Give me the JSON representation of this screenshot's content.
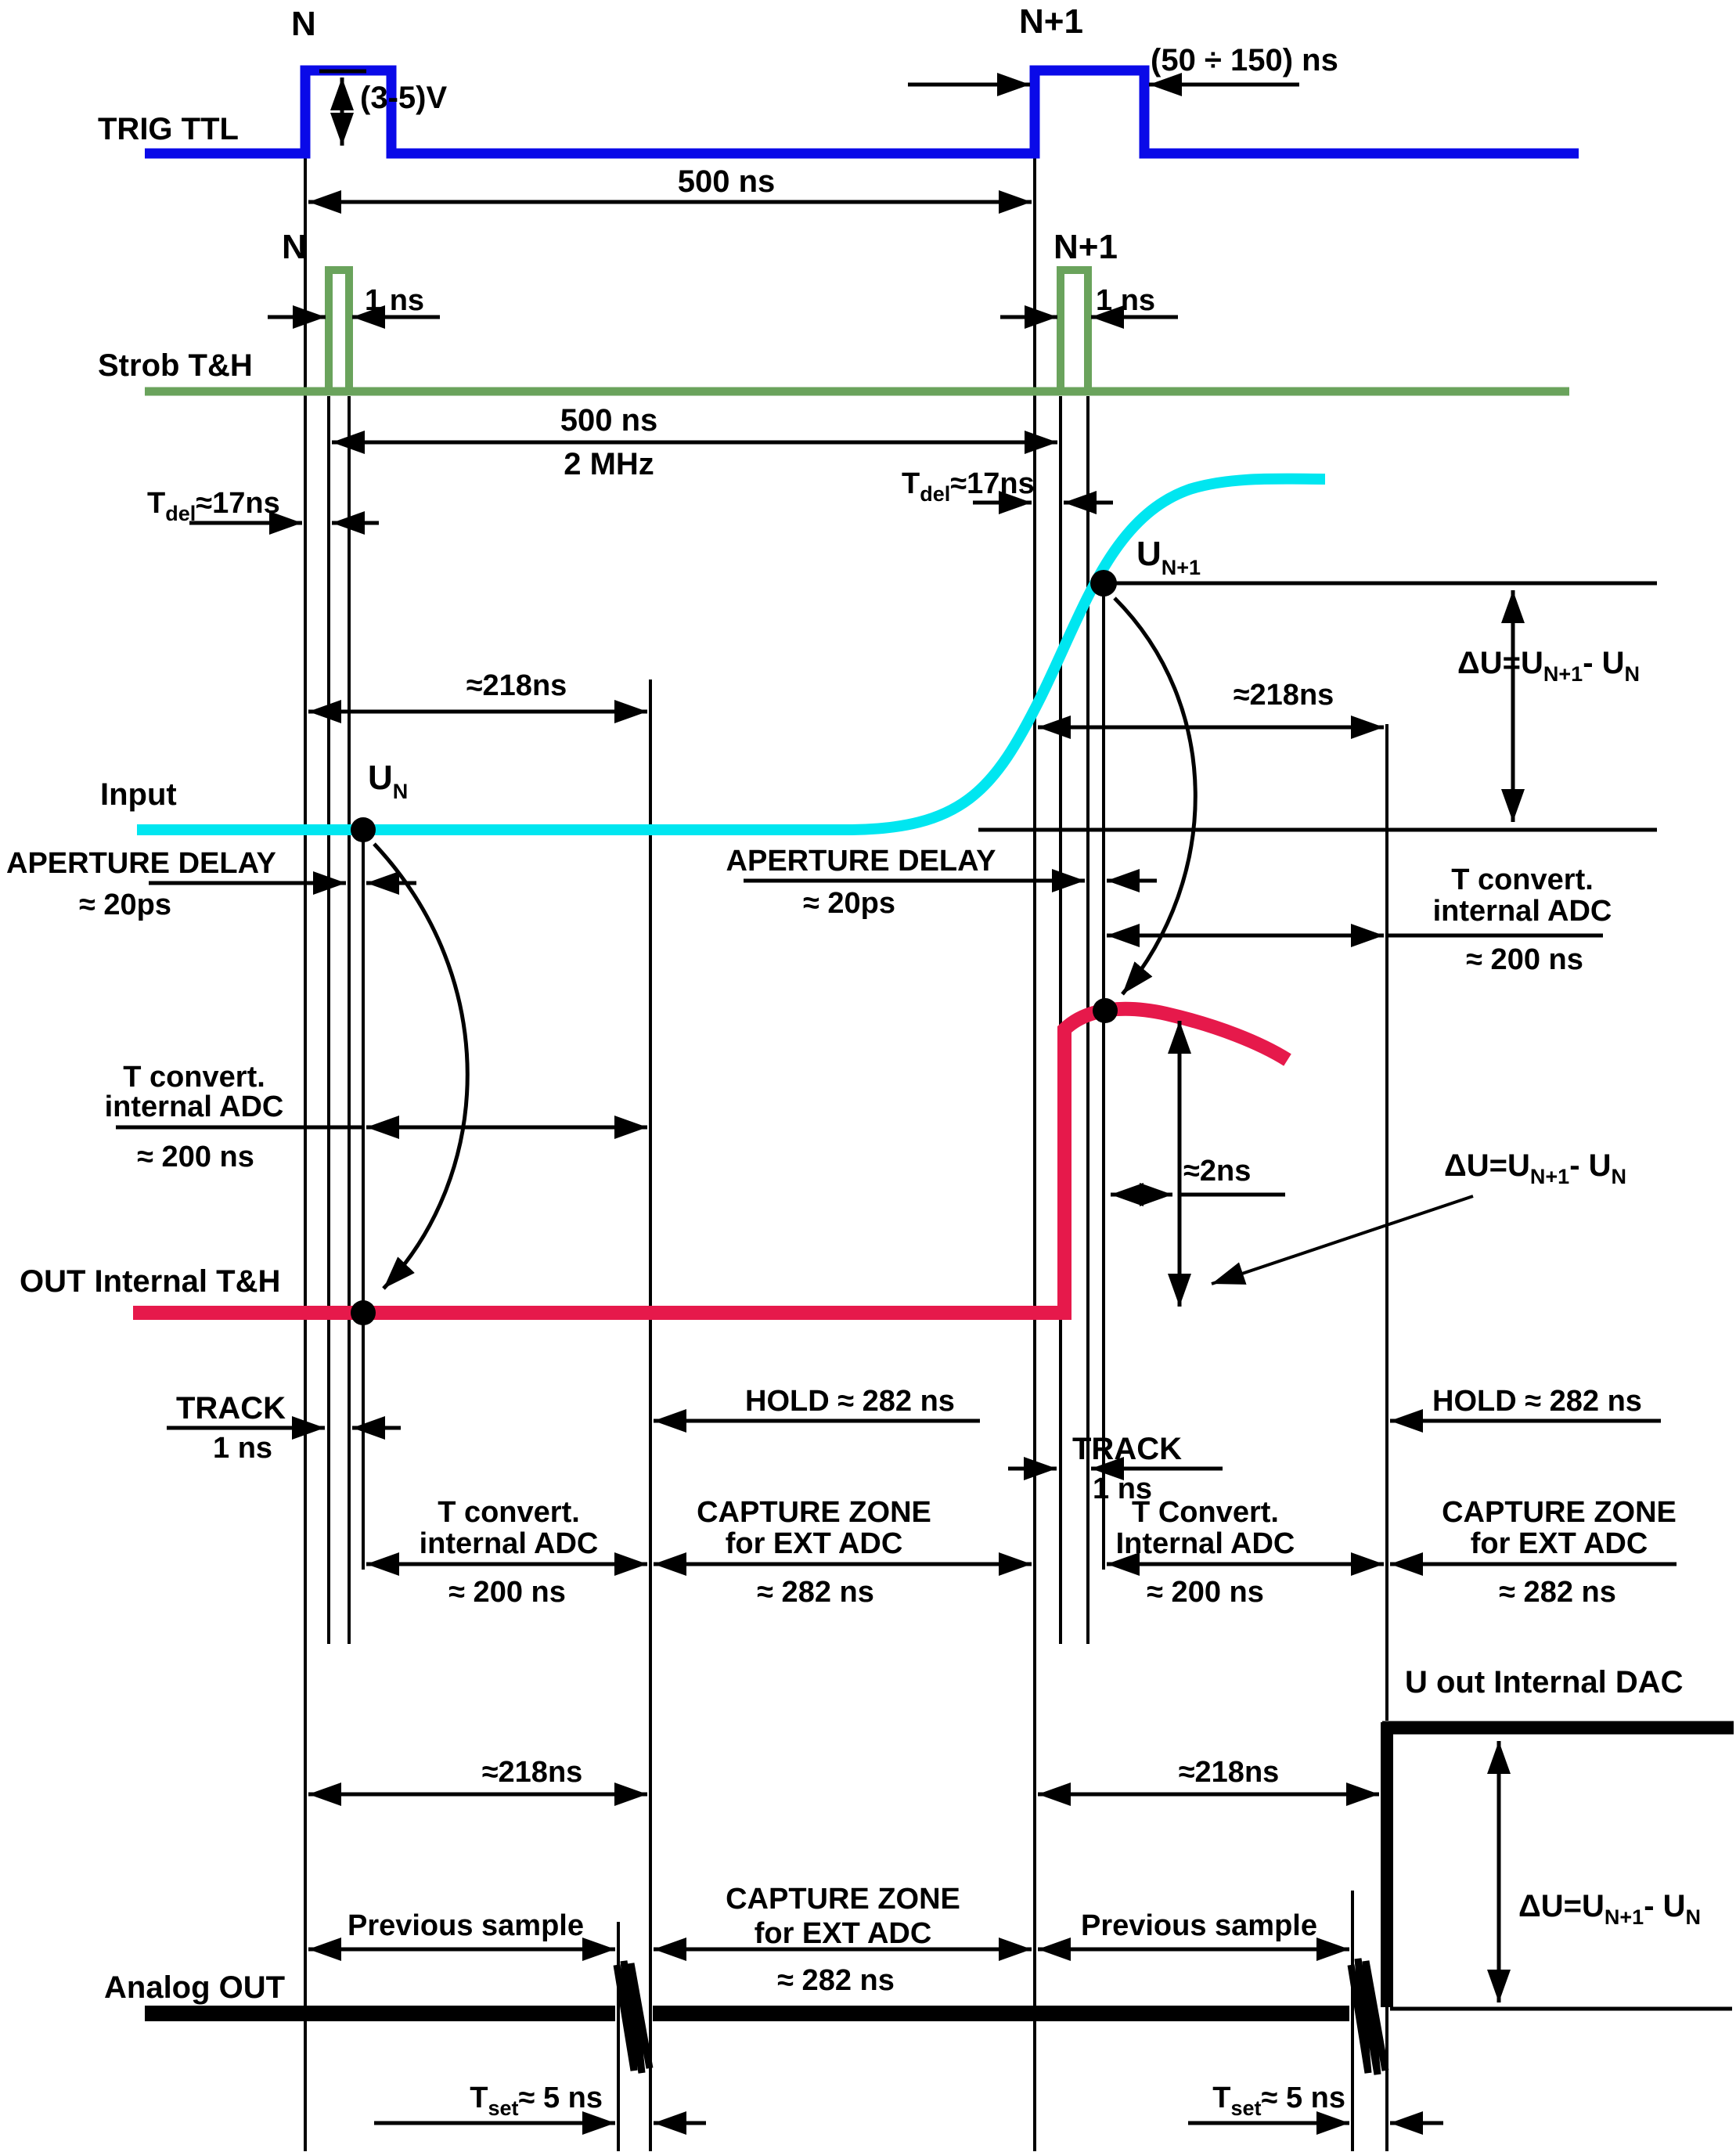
{
  "colors": {
    "trig": "#0a0ae8",
    "strob": "#6aa35c",
    "input": "#00e6f0",
    "th_out": "#e6194b",
    "black": "#000000"
  },
  "trig": {
    "label": "TRIG TTL",
    "n": "N",
    "n1": "N+1",
    "amplitude": "(3-5)V",
    "pulse_width": "(50 ÷ 150) ns",
    "period": "500 ns"
  },
  "strob": {
    "label": "Strob T&H",
    "n": "N",
    "n1": "N+1",
    "pulse_width": "1 ns",
    "period": "500 ns",
    "freq": "2 MHz"
  },
  "tdel": {
    "base": "T",
    "sub": "del",
    "value": "≈17ns"
  },
  "input": {
    "label": "Input"
  },
  "un": {
    "base": "U",
    "sub": "N"
  },
  "un1": {
    "base": "U",
    "sub": "N+1"
  },
  "du": {
    "pre": "ΔU=U",
    "sub1": "N+1",
    "mid": "- U",
    "sub2": "N"
  },
  "t218": "≈218ns",
  "aperture": {
    "title": "APERTURE DELAY",
    "value": "≈ 20ps"
  },
  "tconv": {
    "line1": "T convert.",
    "line2": "internal ADC",
    "value": "≈ 200 ns"
  },
  "tconv_cap": {
    "line1": "T Convert.",
    "line2": "Internal ADC",
    "value": "≈ 200 ns"
  },
  "th": {
    "label": "OUT Internal T&H",
    "track": "TRACK",
    "track_val": "1 ns",
    "hold": "HOLD ≈ 282 ns",
    "t2ns": "≈2ns"
  },
  "capture": {
    "line1": "CAPTURE ZONE",
    "line2": "for EXT ADC",
    "value": "≈ 282 ns"
  },
  "dac": {
    "label": "U out Internal DAC"
  },
  "analog": {
    "label": "Analog OUT",
    "prev": "Previous sample",
    "tset": {
      "base": "T",
      "sub": "set",
      "value": "≈ 5 ns"
    }
  }
}
